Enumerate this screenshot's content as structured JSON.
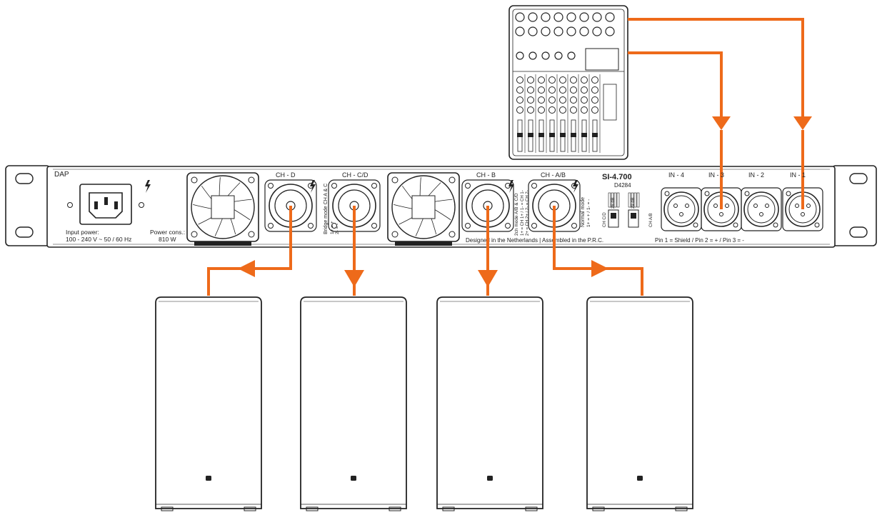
{
  "amplifier": {
    "brand": "DAP",
    "model": "SI-4.700",
    "code": "D4284",
    "input_power_label": "Input power:",
    "input_power_value": "100 - 240 V ~ 50 / 60 Hz",
    "power_cons_label": "Power cons.:",
    "power_cons_value": "810 W",
    "outputs": [
      {
        "label": "CH - D"
      },
      {
        "label": "CH - C/D"
      },
      {
        "label": "CH - B"
      },
      {
        "label": "CH - A/B"
      }
    ],
    "inputs": [
      {
        "label": "IN - 4"
      },
      {
        "label": "IN - 3"
      },
      {
        "label": "IN - 2"
      },
      {
        "label": "IN - 1"
      }
    ],
    "bridge_text": "Bridge mode CH A & C",
    "bridge_pins": "1+ = +\n2- = -",
    "twoch_text": "2ch mode A/B & C/D",
    "twoch_pins": "1+ = CH 1+ / 1- = CH 1-\n2+ = CH 2+ / 2- = CH 2-",
    "normal_text": "Normal mode",
    "normal_pins": "1+ = + / 1- = -",
    "designed_text": "Designed in the Netherlands | Assembled in the P.R.C.",
    "pin_text": "Pin 1 = Shield / Pin 2 = + / Pin 3 = -",
    "switch_cd": "CH C/D",
    "switch_ab": "CH A/B",
    "gain_labels": [
      "26 dB",
      "29 dB"
    ]
  },
  "colors": {
    "wire": "#ee6a1a",
    "line": "#222222"
  },
  "icons": [
    "power-inlet-icon",
    "lightning-icon",
    "cooling-fan-icon",
    "speakon-connector-icon",
    "xlr-connector-icon",
    "mixer-console-icon",
    "speaker-cabinet-icon"
  ]
}
